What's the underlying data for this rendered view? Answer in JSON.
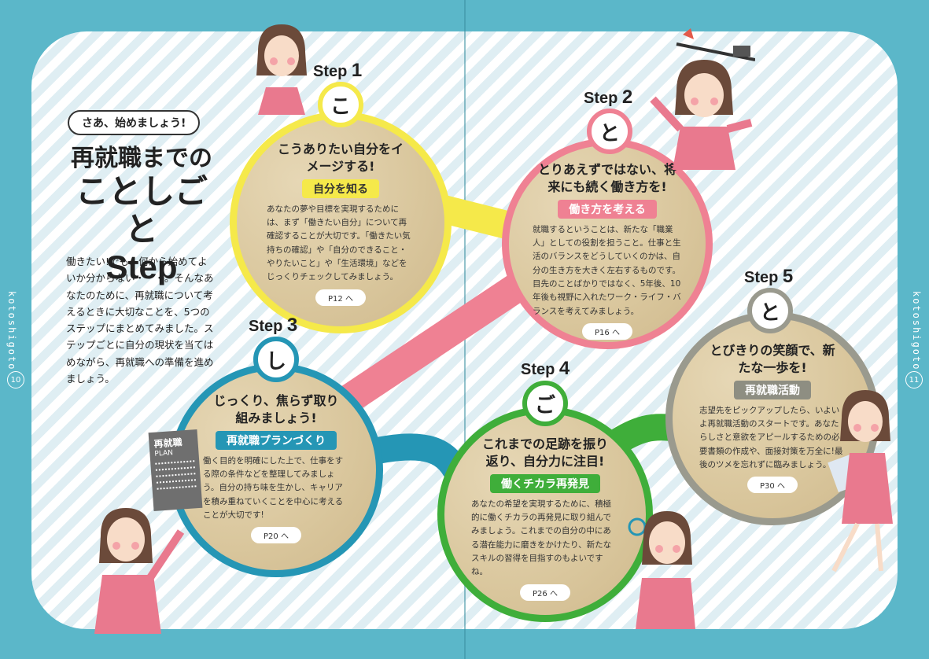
{
  "side": {
    "left_label": "kotoshigoto",
    "right_label": "kotoshigoto",
    "left_page": "10",
    "right_page": "11"
  },
  "intro": {
    "pill": "さあ、始めましょう!",
    "title_line1": "再就職までの",
    "title_line2": "ことしごと",
    "title_line3": "Step",
    "body": "働きたい!でも、何から始めてよいか分からない・・・。そんなあなたのために、再就職について考えるときに大切なことを、5つのステップにまとめてみました。ステップごとに自分の現状を当てはめながら、再就職への準備を進めましょう。"
  },
  "colors": {
    "step1": "#f5e94a",
    "step2": "#ef8193",
    "step3": "#2596b5",
    "step4": "#3fae3a",
    "step5": "#9a9a8e"
  },
  "steps": [
    {
      "label": "Step",
      "num": "1",
      "kana": "こ",
      "title": "こうありたい自分をイメージする!",
      "chip": "自分を知る",
      "body": "あなたの夢や目標を実現するためには、まず「働きたい自分」について再確認することが大切です。「働きたい気持ちの確認」や「自分のできること・やりたいこと」や「生活環境」などをじっくりチェックしてみましょう。",
      "page": "P12 へ"
    },
    {
      "label": "Step",
      "num": "2",
      "kana": "と",
      "title": "とりあえずではない、将来にも続く働き方を!",
      "chip": "働き方を考える",
      "body": "就職するということは、新たな「職業人」としての役割を担うこと。仕事と生活のバランスをどうしていくのかは、自分の生き方を大きく左右するものです。目先のことばかりではなく、5年後、10年後も視野に入れたワーク・ライフ・バランスを考えてみましょう。",
      "page": "P16 へ"
    },
    {
      "label": "Step",
      "num": "3",
      "kana": "し",
      "title": "じっくり、焦らず取り組みましょう!",
      "chip": "再就職プランづくり",
      "body": "働く目的を明確にした上で、仕事をする際の条件などを整理してみましょう。自分の持ち味を生かし、キャリアを積み重ねていくことを中心に考えることが大切です!",
      "page": "P20 へ"
    },
    {
      "label": "Step",
      "num": "4",
      "kana": "ご",
      "title": "これまでの足跡を振り返り、自分力に注目!",
      "chip": "働くチカラ再発見",
      "body": "あなたの希望を実現するために、積極的に働くチカラの再発見に取り組んでみましょう。これまでの自分の中にある潜在能力に磨きをかけたり、新たなスキルの習得を目指すのもよいですね。",
      "page": "P26 へ"
    },
    {
      "label": "Step",
      "num": "5",
      "kana": "と",
      "title": "とびきりの笑顔で、新たな一歩を!",
      "chip": "再就職活動",
      "body": "志望先をピックアップしたら、いよいよ再就職活動のスタートです。あなたらしさと意欲をアピールするための必要書類の作成や、面接対策を万全に!最後のツメを忘れずに臨みましょう。",
      "page": "P30 へ"
    }
  ],
  "notebook": {
    "title": "再就職",
    "sub": "PLAN"
  }
}
